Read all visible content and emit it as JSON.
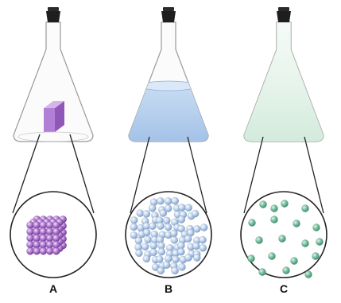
{
  "panels": [
    {
      "label": "A",
      "state": "solid",
      "particle_color": "#9a5cc0",
      "substance_color": "#b58ad6"
    },
    {
      "label": "B",
      "state": "liquid",
      "particle_color": "#9cb8dc",
      "substance_color": "#aac8ea"
    },
    {
      "label": "C",
      "state": "gas",
      "particle_color": "#5aa88a",
      "substance_color": "#d3ebdc"
    }
  ],
  "colors": {
    "stopper": "#1e1e1e",
    "flask_outline": "#8a8a8a",
    "zoom_lines": "#222222",
    "circle_outline": "#222222"
  }
}
